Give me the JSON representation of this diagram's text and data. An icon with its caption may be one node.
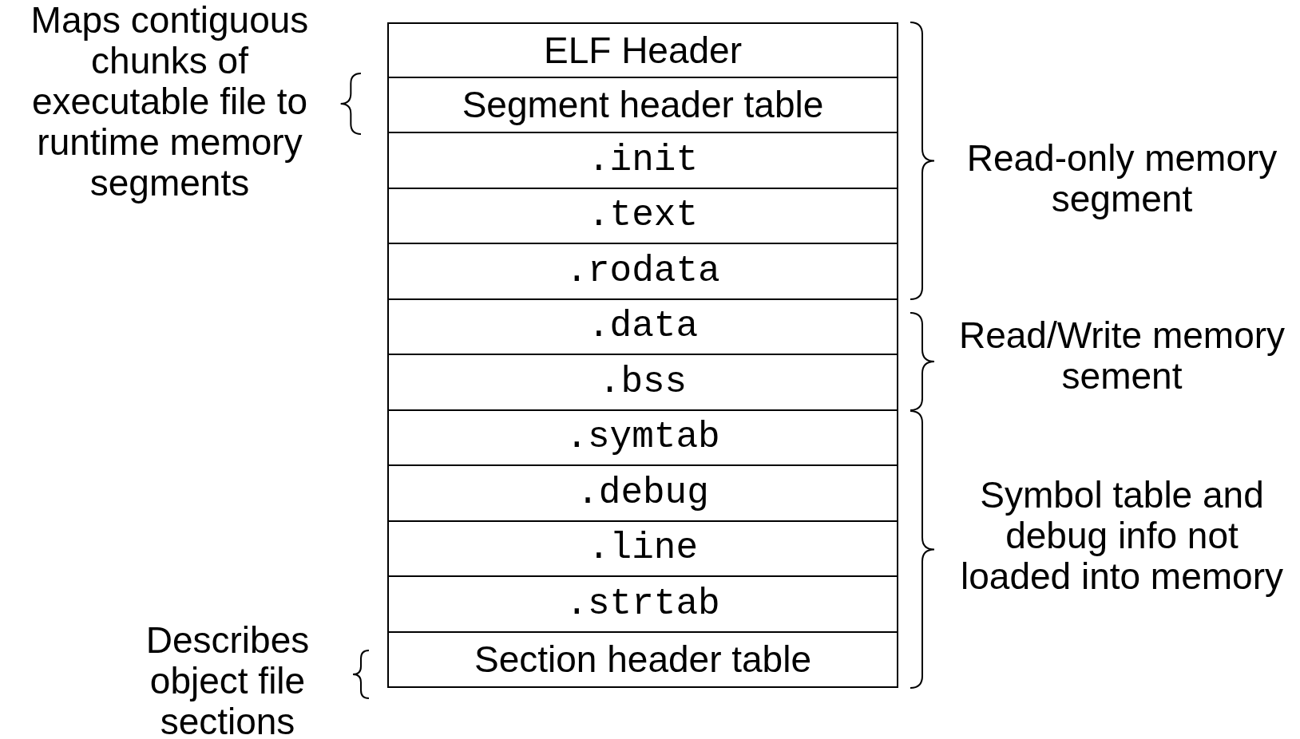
{
  "diagram": {
    "nodes": [
      {
        "text": [
          "ELF Header"
        ]
      },
      {
        "text": [
          "Segment header table"
        ]
      },
      {
        "text": [
          ".init"
        ]
      },
      {
        "text": [
          ".text"
        ]
      },
      {
        "text": [
          ".rodata"
        ]
      },
      {
        "text": [
          ".data"
        ]
      },
      {
        "text": [
          ".bss"
        ]
      },
      {
        "text": [
          ".symtab"
        ]
      },
      {
        "text": [
          ".debug"
        ]
      },
      {
        "text": [
          ".line"
        ]
      },
      {
        "text": [
          ".strtab"
        ]
      },
      {
        "text": [
          "Section header table"
        ]
      }
    ],
    "edges": [],
    "labels": [
      "Maps contiguous chunks of executable file to runtime memory segments",
      "Read-only memory segment",
      "Read/Write memory sement",
      "Symbol table and debug info not loaded into memory",
      "Describes object file sections"
    ]
  }
}
